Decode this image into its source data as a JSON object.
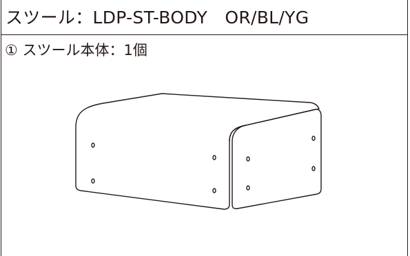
{
  "header": {
    "title": "スツール：LDP-ST-BODY　OR/BL/YG"
  },
  "section": {
    "heading": "① スツール本体：1個"
  },
  "illustration": {
    "subject": "stool-body-line-drawing",
    "stroke_color": "#231815"
  }
}
